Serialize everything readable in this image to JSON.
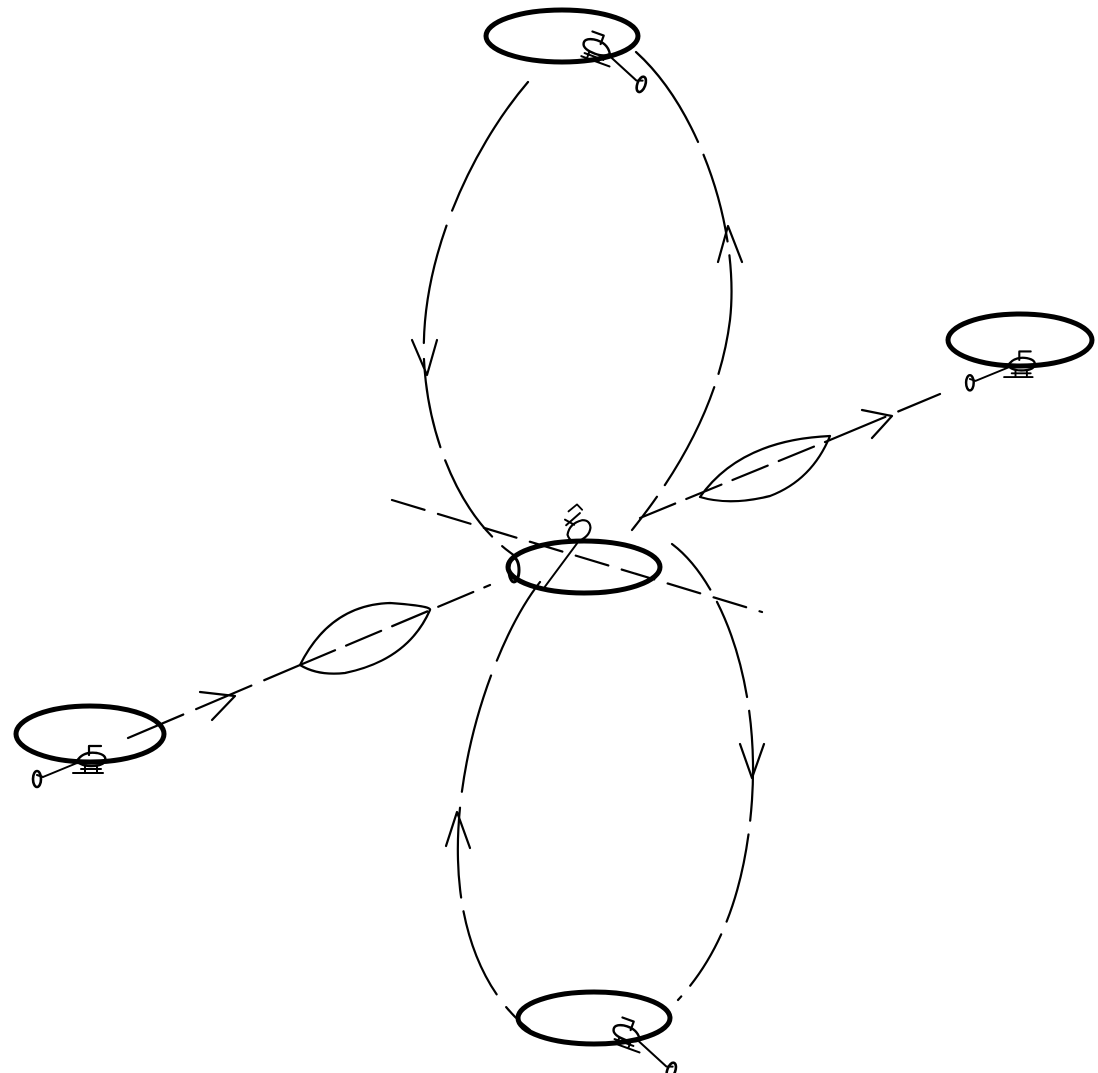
{
  "figure": {
    "background": "#ffffff",
    "ink": "#000000",
    "caption": ""
  },
  "helicopters": [
    {
      "id": "heli-top",
      "icon": "helicopter-icon",
      "role": "apex of upper loop"
    },
    {
      "id": "heli-right",
      "icon": "helicopter-icon",
      "role": "end of forward path"
    },
    {
      "id": "heli-center",
      "icon": "helicopter-icon",
      "role": "hover point"
    },
    {
      "id": "heli-left",
      "icon": "helicopter-icon",
      "role": "start of forward path"
    },
    {
      "id": "heli-bottom",
      "icon": "helicopter-icon",
      "role": "bottom of lower loop"
    }
  ],
  "paths": [
    {
      "id": "upper-loop",
      "style": "dashed"
    },
    {
      "id": "lower-loop",
      "style": "dashed"
    },
    {
      "id": "forward-path",
      "style": "dashed"
    },
    {
      "id": "cross-axis",
      "style": "dashed"
    }
  ],
  "arrows": [
    {
      "id": "arrow-upper-left",
      "icon": "arrowhead-down-icon"
    },
    {
      "id": "arrow-upper-right",
      "icon": "arrowhead-up-icon"
    },
    {
      "id": "arrow-lower-left",
      "icon": "arrowhead-up-icon"
    },
    {
      "id": "arrow-lower-right",
      "icon": "arrowhead-down-icon"
    },
    {
      "id": "arrow-path-left",
      "icon": "arrowhead-right-icon"
    },
    {
      "id": "arrow-path-right",
      "icon": "arrowhead-right-icon"
    }
  ]
}
